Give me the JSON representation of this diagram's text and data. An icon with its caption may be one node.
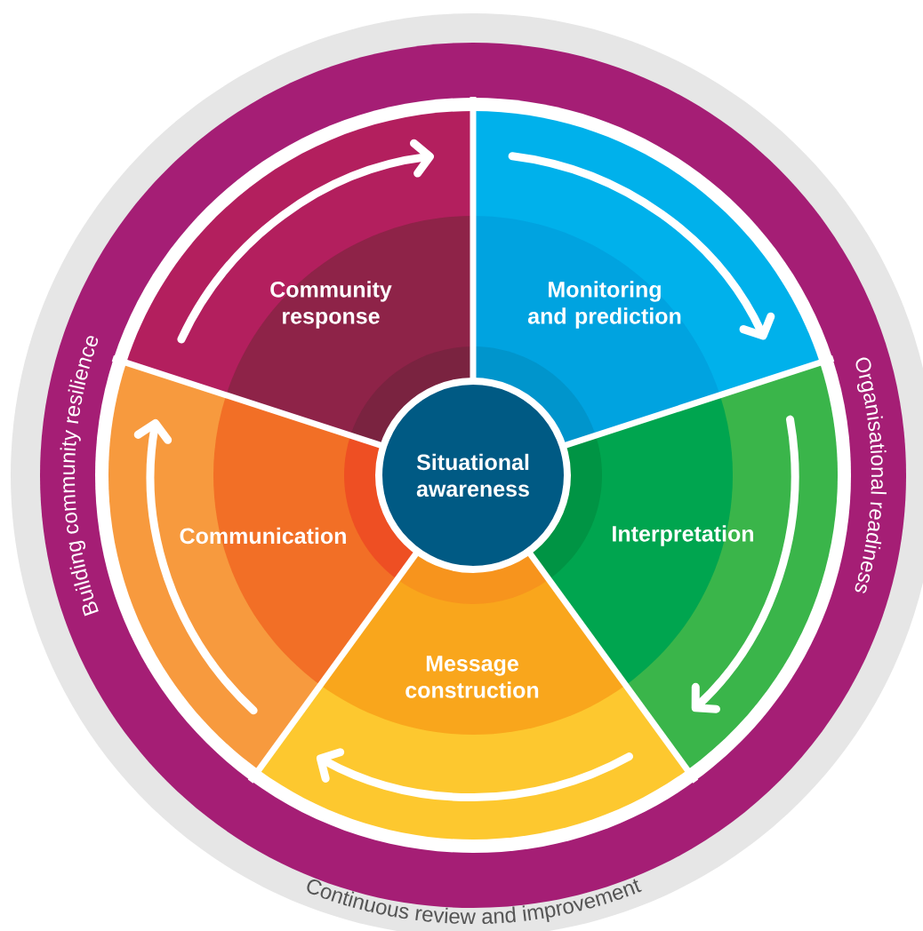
{
  "diagram": {
    "nodes": [
      {
        "text": [
          "Continuous review and improvement"
        ]
      },
      {
        "text": [
          "Building community resilience",
          "Organisational readiness"
        ],
        "in": 0
      },
      {
        "text": [
          "Community response"
        ],
        "in": 0
      },
      {
        "text": [
          "Monitoring and prediction"
        ],
        "in": 0
      },
      {
        "text": [
          "Situational awareness"
        ],
        "in": 0
      },
      {
        "text": [
          "Communication"
        ],
        "in": 0
      },
      {
        "text": [
          "Interpretation"
        ],
        "in": 0
      },
      {
        "text": [
          "Message construction"
        ],
        "in": 0
      }
    ]
  }
}
